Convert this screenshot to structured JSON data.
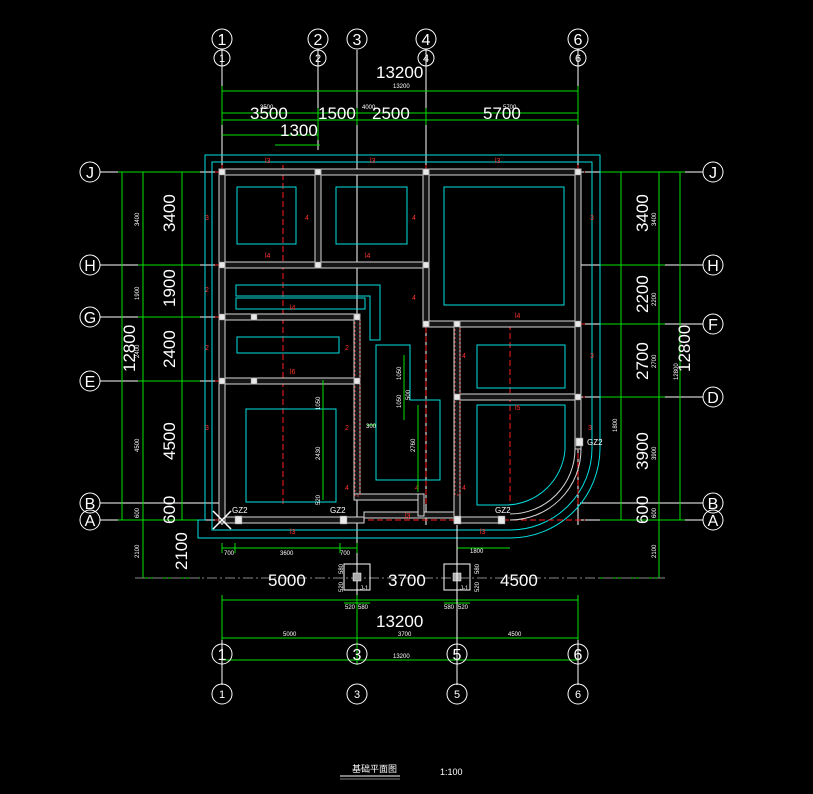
{
  "drawing": {
    "title": "基础平面图",
    "scale": "1:100"
  },
  "top_axes": {
    "labels": [
      "1",
      "2",
      "3",
      "4",
      "6"
    ],
    "total": "13200",
    "total_small": "13200",
    "segments": [
      "3500",
      "1500",
      "2500",
      "5700"
    ],
    "segment_small": [
      "3500",
      "4000",
      "5700"
    ],
    "offset": "1300"
  },
  "bottom_axes": {
    "labels": [
      "1",
      "3",
      "5",
      "6"
    ],
    "segments": [
      "5000",
      "3700",
      "4500"
    ],
    "segments_small": [
      "5000",
      "3700",
      "4500"
    ],
    "total": "13200",
    "total_small": "13200"
  },
  "left_axes": {
    "labels": [
      "J",
      "H",
      "G",
      "E",
      "B",
      "A"
    ],
    "dims": [
      "3400",
      "1900",
      "2400",
      "4500",
      "600",
      "2100"
    ],
    "dims_small": [
      "3400",
      "1900",
      "2400",
      "4500",
      "600",
      "2100"
    ],
    "total": "12800",
    "total_small": "12800"
  },
  "right_axes": {
    "labels": [
      "J",
      "H",
      "F",
      "D",
      "B",
      "A"
    ],
    "dims": [
      "3400",
      "2200",
      "2700",
      "3900",
      "600"
    ],
    "dims_small": [
      "3400",
      "2200",
      "2700",
      "3900",
      "600",
      "2100"
    ],
    "total": "12800",
    "total_small": "12800"
  },
  "annotations": {
    "beam_labels": [
      "l3",
      "l4",
      "l5",
      "l6",
      "l1",
      "3",
      "4",
      "2"
    ],
    "column_tags": [
      "GZ2",
      "GZ2",
      "GZ2",
      "GZ2"
    ],
    "footing_tag": "J-1",
    "local_dims": [
      "700",
      "3600",
      "700",
      "1800",
      "520",
      "580",
      "580",
      "520",
      "1050",
      "1050",
      "2430",
      "2760",
      "300",
      "1800",
      "520",
      "520",
      "500"
    ]
  }
}
